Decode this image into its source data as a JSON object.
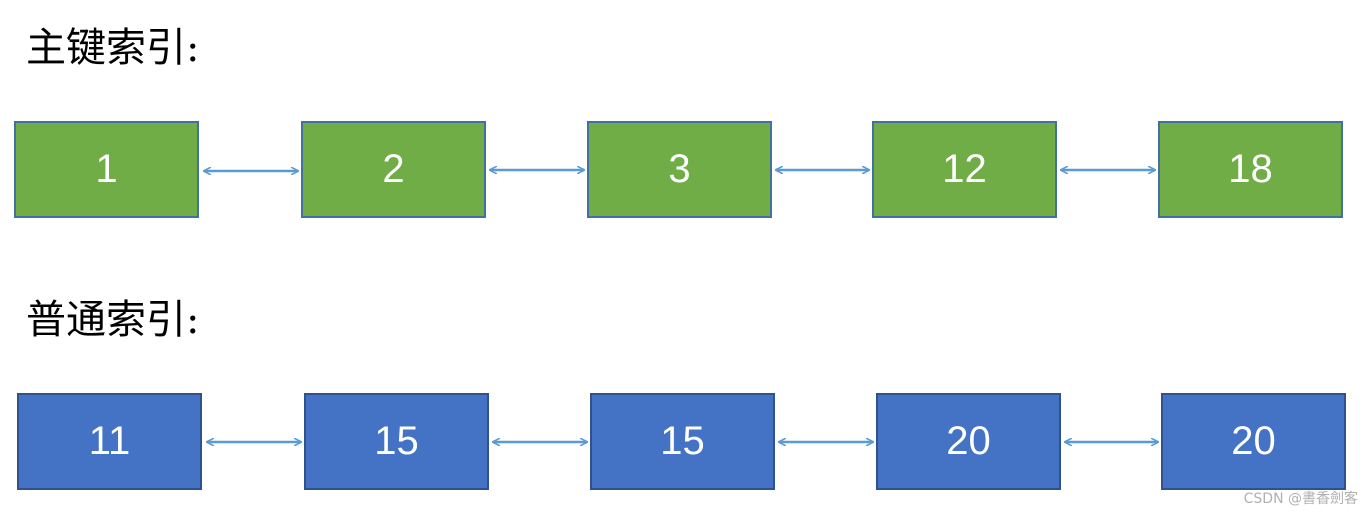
{
  "primary_index": {
    "title": "主键索引:",
    "nodes": [
      "1",
      "2",
      "3",
      "12",
      "18"
    ],
    "fill_color": "#70ad47"
  },
  "secondary_index": {
    "title": "普通索引:",
    "nodes": [
      "11",
      "15",
      "15",
      "20",
      "20"
    ],
    "fill_color": "#4472c4"
  },
  "arrow_color": "#5b9bd5",
  "watermark": "CSDN @書香劍客"
}
